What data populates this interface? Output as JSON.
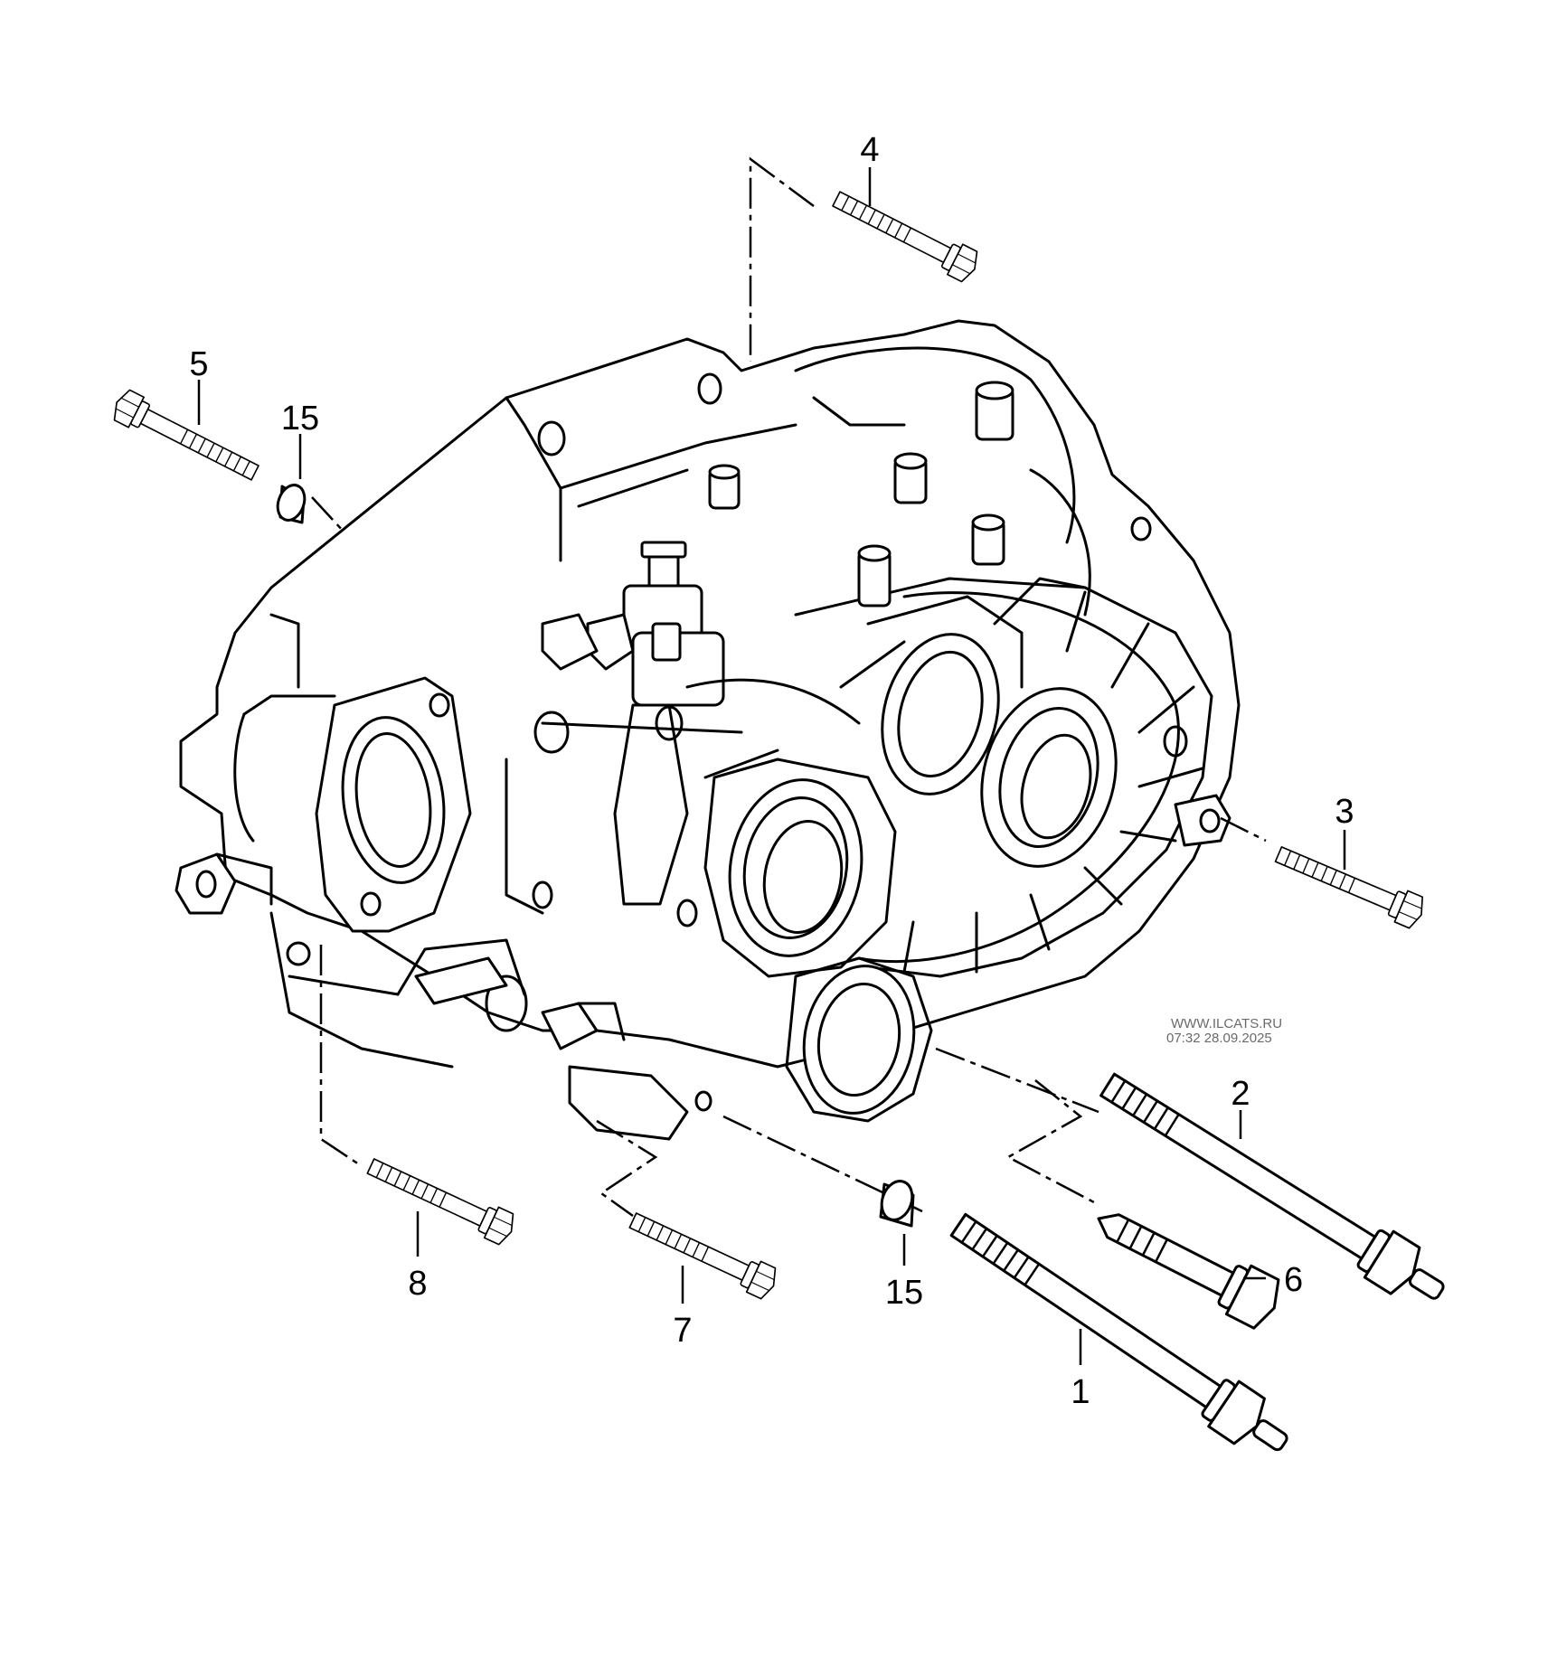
{
  "diagram": {
    "callouts": {
      "c1": "1",
      "c2": "2",
      "c3": "3",
      "c4": "4",
      "c5": "5",
      "c6": "6",
      "c7": "7",
      "c8": "8",
      "c15a": "15",
      "c15b": "15"
    },
    "watermark": {
      "site": "WWW.ILCATS.RU",
      "timestamp": "07:32 28.09.2025"
    }
  }
}
